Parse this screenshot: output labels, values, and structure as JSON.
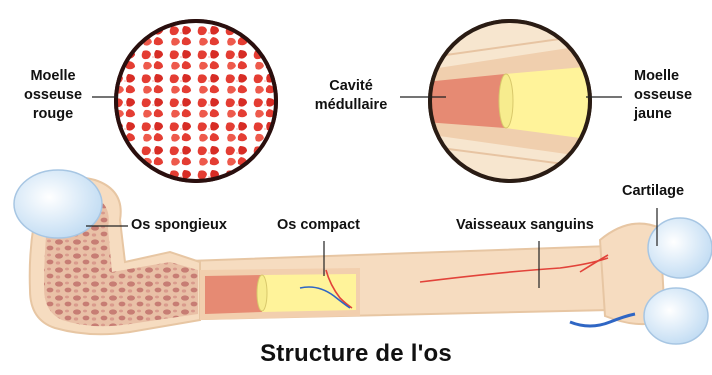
{
  "title": "Structure de l'os",
  "labels": {
    "red_marrow": [
      "Moelle",
      "osseuse",
      "rouge"
    ],
    "medullary_cavity": [
      "Cavité",
      "médullaire"
    ],
    "yellow_marrow": [
      "Moelle",
      "osseuse",
      "jaune"
    ],
    "cartilage": "Cartilage",
    "spongy_bone": "Os spongieux",
    "compact_bone": "Os compact",
    "blood_vessels": "Vaisseaux sanguins"
  },
  "colors": {
    "bone": "#f6dcc0",
    "bone_edge": "#e7c6a3",
    "marrow_red": "#e0342c",
    "marrow_yellow": "#fff39a",
    "cavity": "#e98f78",
    "cartilage": "#dcefff",
    "vessel_red": "#e2433a",
    "vessel_blue": "#2f66c4",
    "leader": "#222222"
  }
}
